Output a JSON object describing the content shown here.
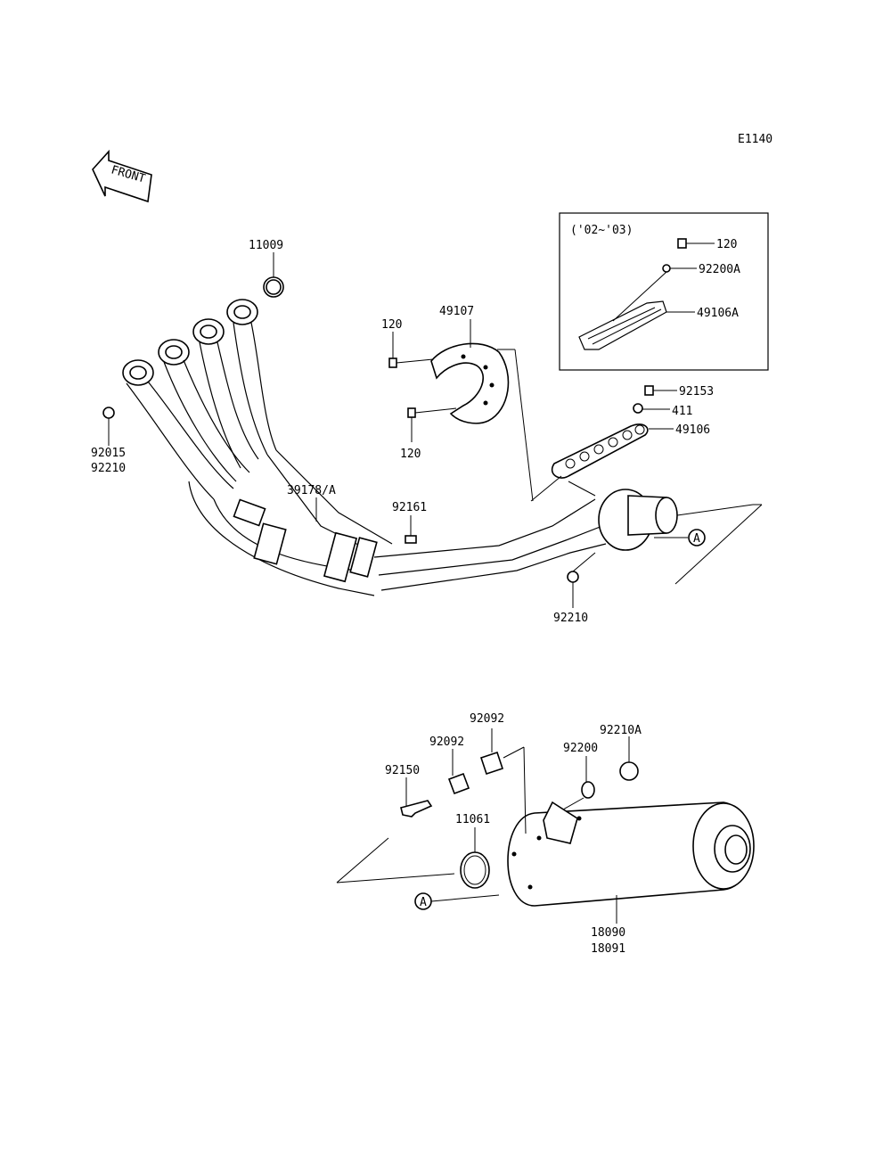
{
  "diagram_code": "E1140",
  "front_label": "FRONT",
  "inset_years": "('02~'03)",
  "ref_marker": "A",
  "parts": {
    "p11009": "11009",
    "p92015": "92015",
    "p92210_a": "92210",
    "p39178": "39178/A",
    "p92161": "92161",
    "p120_top": "120",
    "p49107": "49107",
    "p120_bottom": "120",
    "p92153": "92153",
    "p411": "411",
    "p49106": "49106",
    "p92210_b": "92210",
    "inset_120": "120",
    "inset_92200A": "92200A",
    "inset_49106A": "49106A",
    "p92092_top": "92092",
    "p92092_mid": "92092",
    "p92150": "92150",
    "p92200": "92200",
    "p92210A": "92210A",
    "p11061": "11061",
    "p18090": "18090",
    "p18091": "18091"
  }
}
